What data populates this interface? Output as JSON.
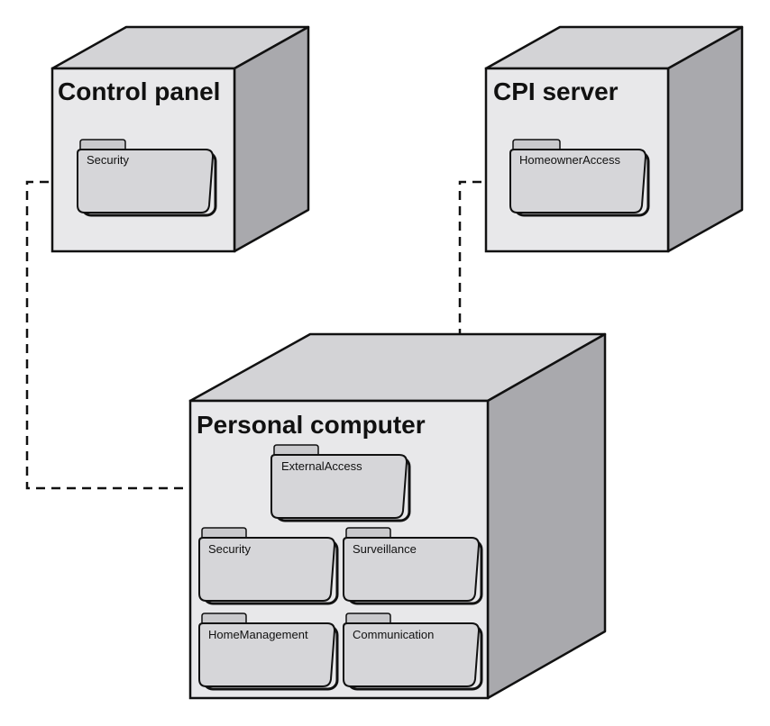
{
  "nodes": {
    "control_panel": {
      "title": "Control panel",
      "packages": [
        "Security"
      ]
    },
    "cpi_server": {
      "title": "CPI server",
      "packages": [
        "HomeownerAccess"
      ]
    },
    "personal_computer": {
      "title": "Personal computer",
      "packages": [
        "ExternalAccess",
        "Security",
        "Surveillance",
        "HomeManagement",
        "Communication"
      ]
    }
  }
}
